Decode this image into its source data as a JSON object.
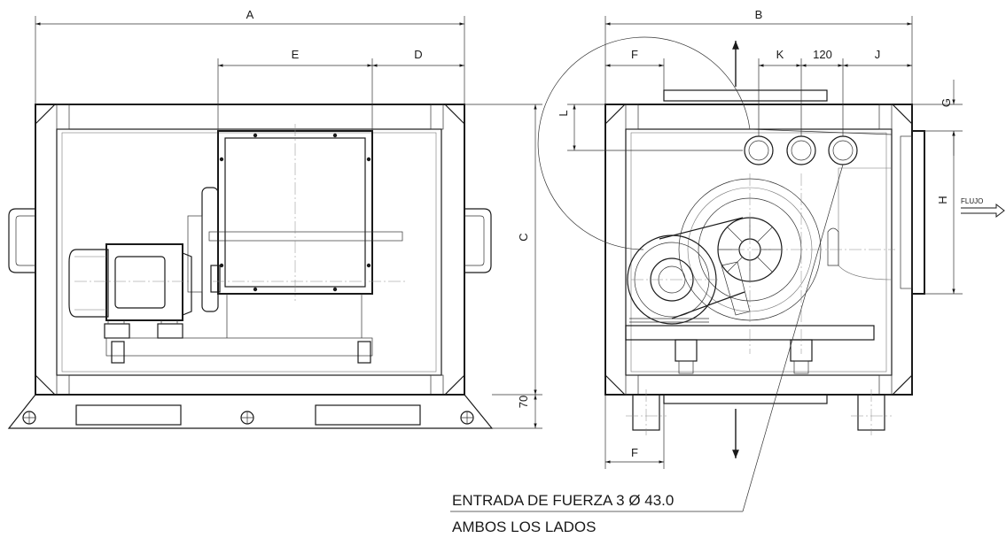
{
  "dimensions": {
    "A": "A",
    "B": "B",
    "C": "C",
    "D": "D",
    "E": "E",
    "F_top": "F",
    "F_bottom": "F",
    "G": "G",
    "H": "H",
    "J": "J",
    "K": "K",
    "L": "L",
    "spacing": "120",
    "base_height": "70"
  },
  "flow_label": "FLUJO",
  "callout": {
    "line1": "ENTRADA DE FUERZA 3  Ø 43.0",
    "line2": "AMBOS LOS LADOS"
  }
}
